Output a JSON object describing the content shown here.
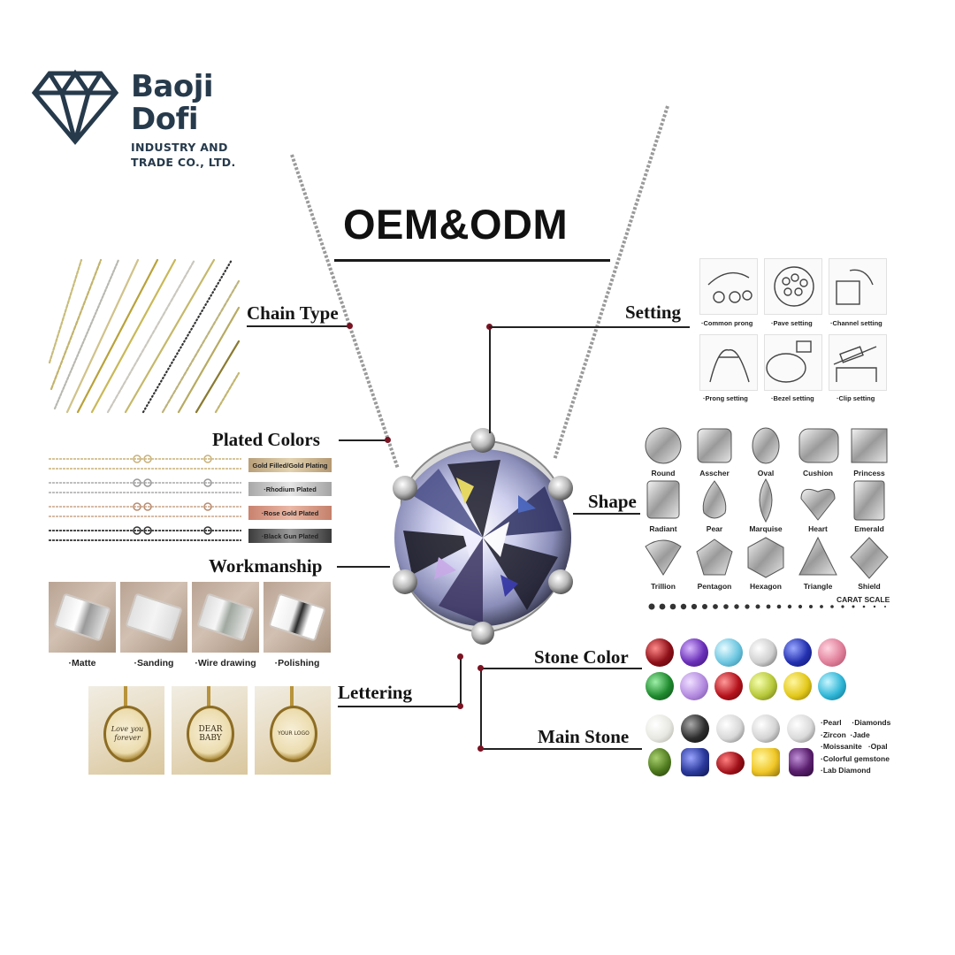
{
  "brand": {
    "name_line1": "Baoji",
    "name_line2": "Dofi",
    "subtitle_line1": "INDUSTRY AND",
    "subtitle_line2": "TRADE CO., LTD.",
    "color": "#263a4c",
    "logo_icon": "diamond-outline-icon"
  },
  "title": "OEM&ODM",
  "labels": {
    "chain_type": "Chain Type",
    "plated_colors": "Plated Colors",
    "workmanship": "Workmanship",
    "lettering": "Lettering",
    "setting": "Setting",
    "shape": "Shape",
    "stone_color": "Stone Color",
    "main_stone": "Main Stone"
  },
  "plated_colors": [
    {
      "label": "Gold Filled/Gold Plating",
      "color": "#c9ab7a"
    },
    {
      "label": "·Rhodium Plated",
      "color": "#bdbdbd"
    },
    {
      "label": "·Rose Gold Plated",
      "color": "#d99a86"
    },
    {
      "label": "·Black Gun Plated",
      "color": "#5a5a5a"
    }
  ],
  "workmanship": [
    {
      "label": "·Matte"
    },
    {
      "label": "·Sanding"
    },
    {
      "label": "·Wire drawing"
    },
    {
      "label": "·Polishing"
    }
  ],
  "lettering": [
    {
      "text": "Love you forever"
    },
    {
      "text": "DEAR BABY"
    },
    {
      "text": "YOUR LOGO"
    }
  ],
  "settings": [
    {
      "label": "·Common prong"
    },
    {
      "label": "·Pave setting"
    },
    {
      "label": "·Channel setting"
    },
    {
      "label": "·Prong setting"
    },
    {
      "label": "·Bezel setting"
    },
    {
      "label": "·Clip setting"
    }
  ],
  "shapes": [
    {
      "label": "Round"
    },
    {
      "label": "Asscher"
    },
    {
      "label": "Oval"
    },
    {
      "label": "Cushion"
    },
    {
      "label": "Princess"
    },
    {
      "label": "Radiant"
    },
    {
      "label": "Pear"
    },
    {
      "label": "Marquise"
    },
    {
      "label": "Heart"
    },
    {
      "label": "Emerald"
    },
    {
      "label": "Trillion"
    },
    {
      "label": "Pentagon"
    },
    {
      "label": "Hexagon"
    },
    {
      "label": "Triangle"
    },
    {
      "label": "Shield"
    }
  ],
  "carat_scale_label": "CARAT SCALE",
  "stone_colors": [
    "#8e0f18",
    "#6a2fb8",
    "#6cc6e0",
    "#d8d8d8",
    "#2431b0",
    "#e07f9a",
    "#1f8a2e",
    "#b48be0",
    "#b5121b",
    "#b8c83a",
    "#e2c81a",
    "#2fb6d6"
  ],
  "main_stones": [
    "#eeeeea",
    "#2d2d2d",
    "#e4e4e4",
    "#e0e0e0",
    "#e6e6e6",
    "#4f7a1e",
    "#2b3a9c",
    "#a01018",
    "#f0c728",
    "#5a1f6e"
  ],
  "main_stone_legend": "·Pearl     ·Diamonds\n·Zircon  ·Jade\n·Moissanite   ·Opal\n·Colorful gemstone\n·Lab Diamond",
  "accent": {
    "connector_dot": "#7a1322",
    "line": "#222222"
  }
}
